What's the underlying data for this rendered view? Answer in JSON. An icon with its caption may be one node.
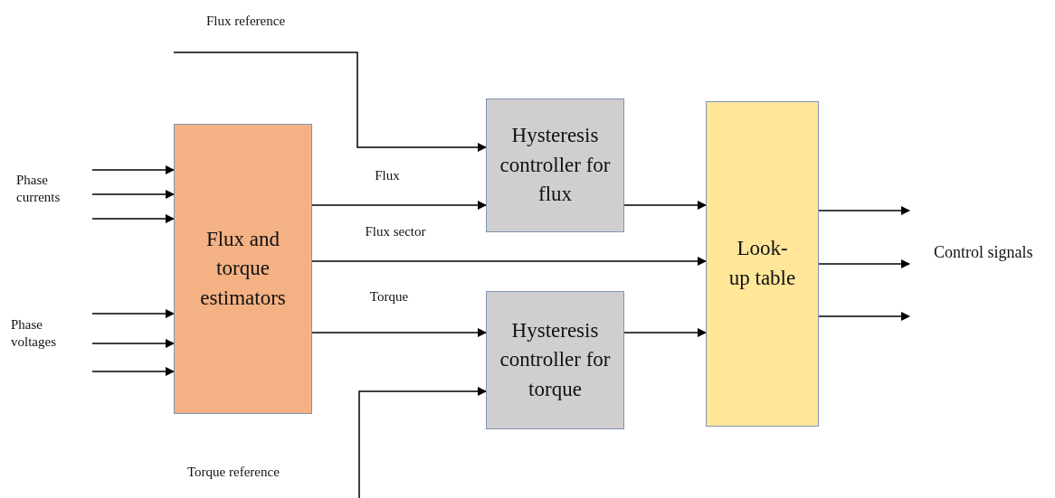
{
  "diagram": {
    "nodes": [
      {
        "text": [
          "Flux and torque estimators"
        ]
      },
      {
        "text": [
          "Hysteresis controller for flux"
        ]
      },
      {
        "text": [
          "Hysteresis controller for torque"
        ]
      },
      {
        "text": [
          "Look-up table"
        ]
      }
    ],
    "edges": [
      {
        "from": null,
        "to": 1,
        "arrow": "to"
      },
      {
        "from": null,
        "to": 2,
        "arrow": "to"
      },
      {
        "from": null,
        "to": 0,
        "arrow": "to"
      },
      {
        "from": null,
        "to": 0,
        "arrow": "to"
      },
      {
        "from": null,
        "to": 0,
        "arrow": "to"
      },
      {
        "from": null,
        "to": 0,
        "arrow": "to"
      },
      {
        "from": null,
        "to": 0,
        "arrow": "to"
      },
      {
        "from": null,
        "to": 0,
        "arrow": "to"
      },
      {
        "from": 0,
        "to": 1,
        "arrow": "to",
        "label": "Flux"
      },
      {
        "from": 0,
        "to": 3,
        "arrow": "to",
        "label": "Flux sector"
      },
      {
        "from": 0,
        "to": 2,
        "arrow": "to",
        "label": "Torque"
      },
      {
        "from": 1,
        "to": 3,
        "arrow": "to"
      },
      {
        "from": 2,
        "to": 3,
        "arrow": "to"
      },
      {
        "from": 3,
        "to": null,
        "arrow": "to"
      },
      {
        "from": 3,
        "to": null,
        "arrow": "to"
      },
      {
        "from": 3,
        "to": null,
        "arrow": "to"
      }
    ],
    "labels": [
      "Flux reference",
      "Phase currents",
      "Phase voltages",
      "Torque reference",
      "Control signals"
    ]
  }
}
